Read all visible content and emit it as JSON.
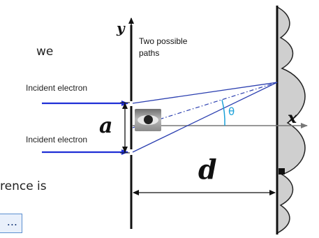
{
  "labels": {
    "y_axis": "y",
    "x_axis": "x",
    "paths_line1": "Two possible",
    "paths_line2": "paths",
    "incident_top": "Incident electron",
    "incident_bottom": "Incident electron",
    "slit_sep": "a",
    "distance": "d",
    "angle": "θ",
    "frag_top": "we",
    "frag_bottom": "rence is",
    "ellipsis": "..."
  },
  "colors": {
    "arrow": "#1f2fd6",
    "ray": "#2b3fb0",
    "angle": "#1aa0d8",
    "axis": "#777777",
    "pattern_fill": "#c9c9c9"
  },
  "icons": [
    "eye-icon"
  ]
}
